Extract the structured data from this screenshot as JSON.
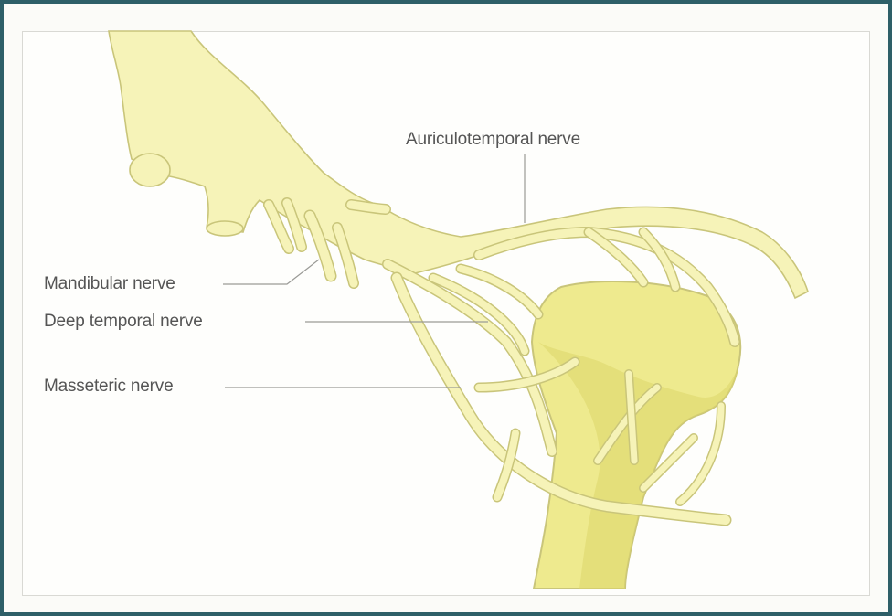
{
  "labels": {
    "auriculotemporal": "Auriculotemporal nerve",
    "mandibular": "Mandibular nerve",
    "deep_temporal": "Deep temporal nerve",
    "masseteric": "Masseteric nerve"
  },
  "colors": {
    "frame_border": "#2e5f68",
    "nerve_fill": "#f6f3b8",
    "nerve_outline": "#c9c57a",
    "bone_fill": "#eeea8e",
    "bone_shade": "#dcd66a",
    "leader_line": "#9a9a96"
  }
}
